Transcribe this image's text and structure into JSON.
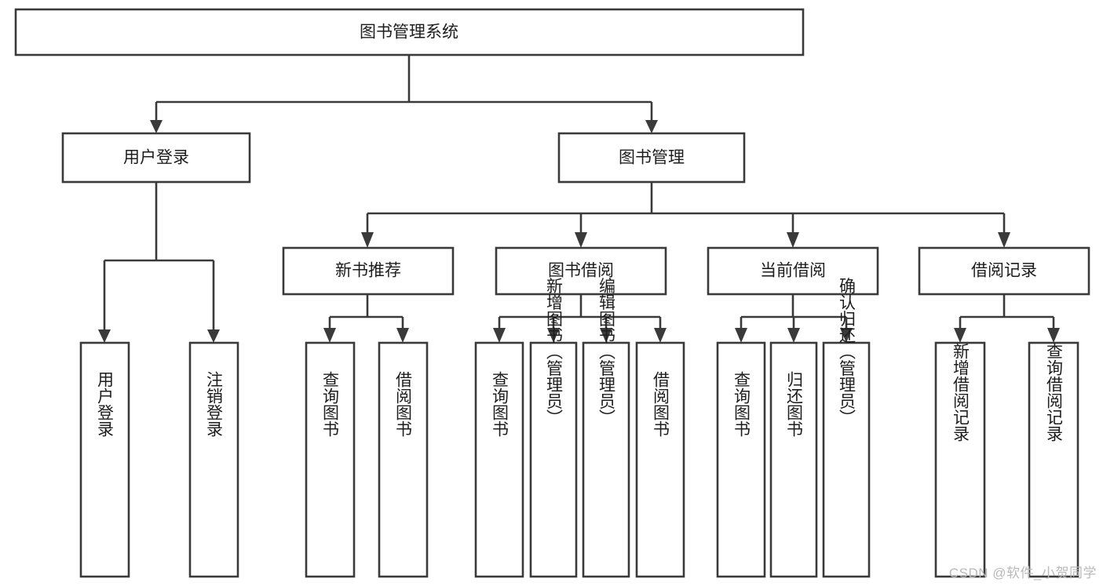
{
  "diagram": {
    "type": "tree-hierarchy",
    "title": "图书管理系统",
    "watermark": "CSDN @软件_小贺同学",
    "colors": {
      "stroke": "#3a3a3a",
      "fill": "#ffffff",
      "text": "#1d1d1d",
      "watermark": "#b9b9b9"
    },
    "levels": {
      "root": {
        "label": "图书管理系统"
      },
      "level1": [
        {
          "label": "用户登录"
        },
        {
          "label": "图书管理"
        }
      ],
      "level2": [
        {
          "label": "新书推荐"
        },
        {
          "label": "图书借阅"
        },
        {
          "label": "当前借阅"
        },
        {
          "label": "借阅记录"
        }
      ],
      "leaves": {
        "user_login": [
          {
            "label": "用户登录"
          },
          {
            "label": "注销登录"
          }
        ],
        "new_book_recommend": [
          {
            "label": "查询图书"
          },
          {
            "label": "借阅图书"
          }
        ],
        "book_borrow": [
          {
            "label": "查询图书"
          },
          {
            "label": "新增图书（管理员）"
          },
          {
            "label": "编辑图书（管理员）"
          },
          {
            "label": "借阅图书"
          }
        ],
        "current_borrow": [
          {
            "label": "查询图书"
          },
          {
            "label": "归还图书"
          },
          {
            "label": "确认归还（管理员）"
          }
        ],
        "borrow_record": [
          {
            "label": "新增借阅记录"
          },
          {
            "label": "查询借阅记录"
          }
        ]
      }
    }
  }
}
